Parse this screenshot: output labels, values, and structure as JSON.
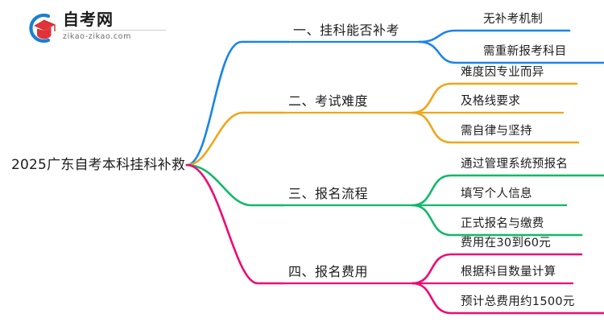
{
  "logo": {
    "title": "自考网",
    "subtitle": "zikao-zikao.com",
    "mark_icon": "graduation-cap-logo-icon",
    "arc_color": "#1a7fd4",
    "cap_color": "#e0333a"
  },
  "mindmap": {
    "root": {
      "label": "2025广东自考本科挂科补救"
    },
    "branches": [
      {
        "label": "一、挂科能否补考",
        "color": "#1a84ea",
        "children": [
          {
            "label": "无补考机制"
          },
          {
            "label": "需重新报考科目"
          }
        ]
      },
      {
        "label": "二、考试难度",
        "color": "#efa617",
        "children": [
          {
            "label": "难度因专业而异"
          },
          {
            "label": "及格线要求"
          },
          {
            "label": "需自律与坚持"
          }
        ]
      },
      {
        "label": "三、报名流程",
        "color": "#11b86a",
        "children": [
          {
            "label": "通过管理系统预报名"
          },
          {
            "label": "填写个人信息"
          },
          {
            "label": "正式报名与缴费"
          }
        ]
      },
      {
        "label": "四、报名费用",
        "color": "#ee0a72",
        "children": [
          {
            "label": "费用在30到60元"
          },
          {
            "label": "根据科目数量计算"
          },
          {
            "label": "预计总费用约1500元"
          }
        ]
      }
    ]
  }
}
